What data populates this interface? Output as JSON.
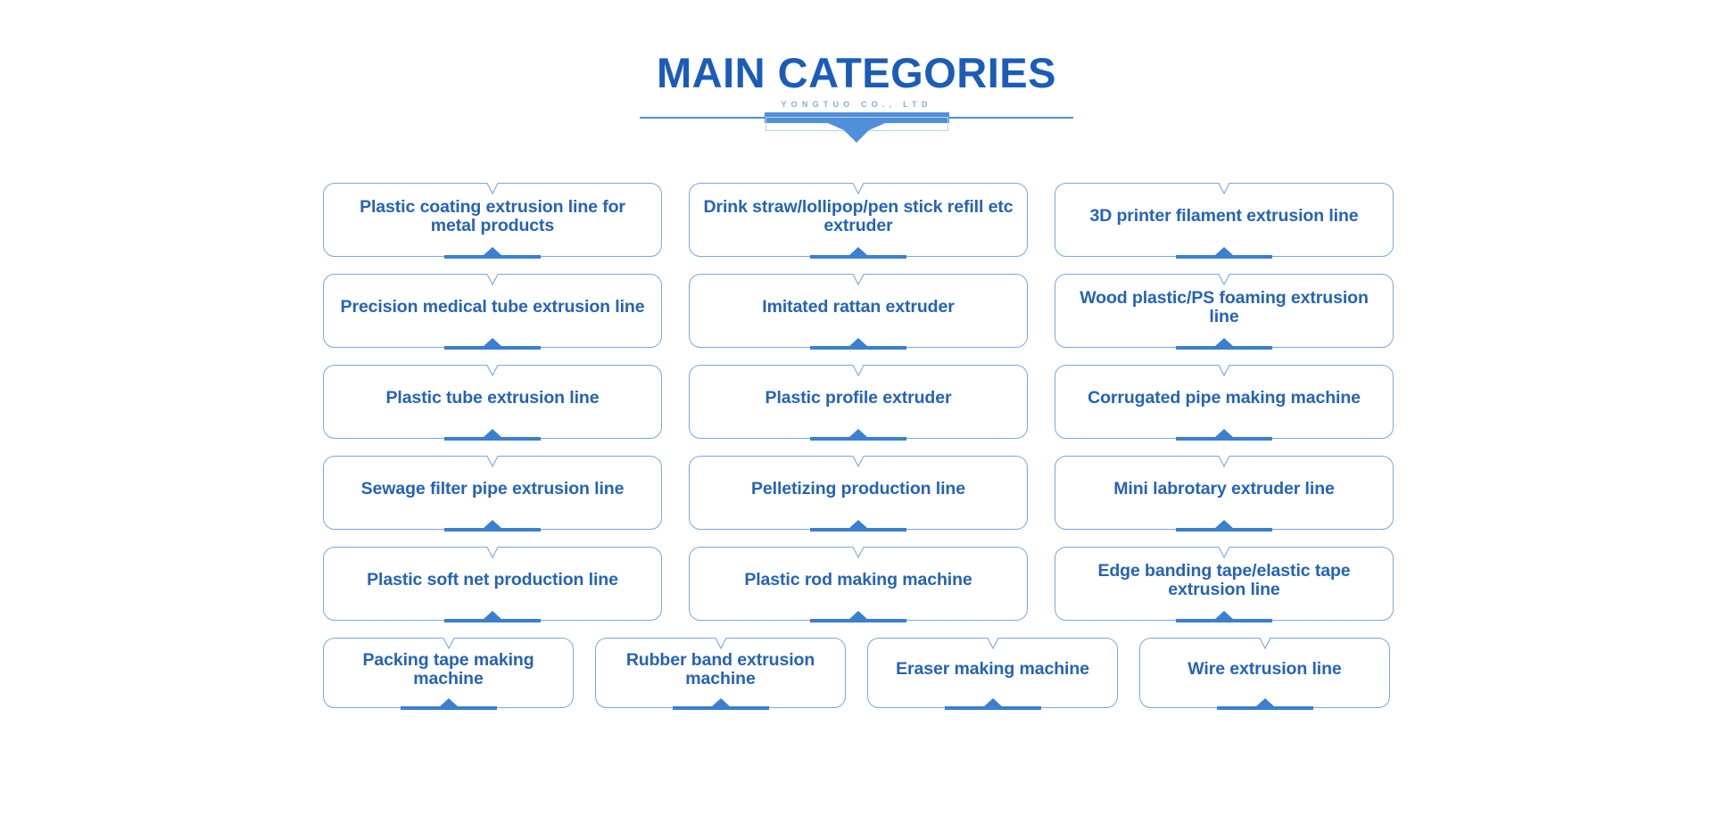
{
  "header": {
    "title": "MAIN CATEGORIES",
    "subtitle": "YONGTUO CO., LTD"
  },
  "colors": {
    "title_blue": "#1b5cb8",
    "subtitle_blue": "#8fa9cf",
    "card_text_blue": "#2563b5",
    "card_border_blue": "#7aa8dd",
    "accent_blue": "#3a7fd0",
    "ornament_blue": "#508fd9",
    "background": "#ffffff"
  },
  "rows": [
    {
      "cards": [
        {
          "label": "Plastic coating extrusion line for metal products"
        },
        {
          "label": "Drink straw/lollipop/pen stick refill etc extruder"
        },
        {
          "label": "3D printer filament extrusion line"
        }
      ]
    },
    {
      "cards": [
        {
          "label": "Precision medical tube extrusion line"
        },
        {
          "label": "Imitated rattan extruder"
        },
        {
          "label": "Wood plastic/PS foaming extrusion line"
        }
      ]
    },
    {
      "cards": [
        {
          "label": "Plastic tube extrusion line"
        },
        {
          "label": "Plastic profile extruder"
        },
        {
          "label": "Corrugated pipe making machine"
        }
      ]
    },
    {
      "cards": [
        {
          "label": "Sewage filter pipe extrusion line"
        },
        {
          "label": "Pelletizing production line"
        },
        {
          "label": "Mini labrotary extruder line"
        }
      ]
    },
    {
      "cards": [
        {
          "label": "Plastic soft net production line"
        },
        {
          "label": "Plastic rod making machine"
        },
        {
          "label": "Edge banding tape/elastic tape extrusion line"
        }
      ]
    },
    {
      "cards": [
        {
          "label": "Packing tape making machine"
        },
        {
          "label": "Rubber band extrusion machine"
        },
        {
          "label": "Eraser making machine"
        },
        {
          "label": "Wire extrusion line"
        }
      ]
    }
  ]
}
